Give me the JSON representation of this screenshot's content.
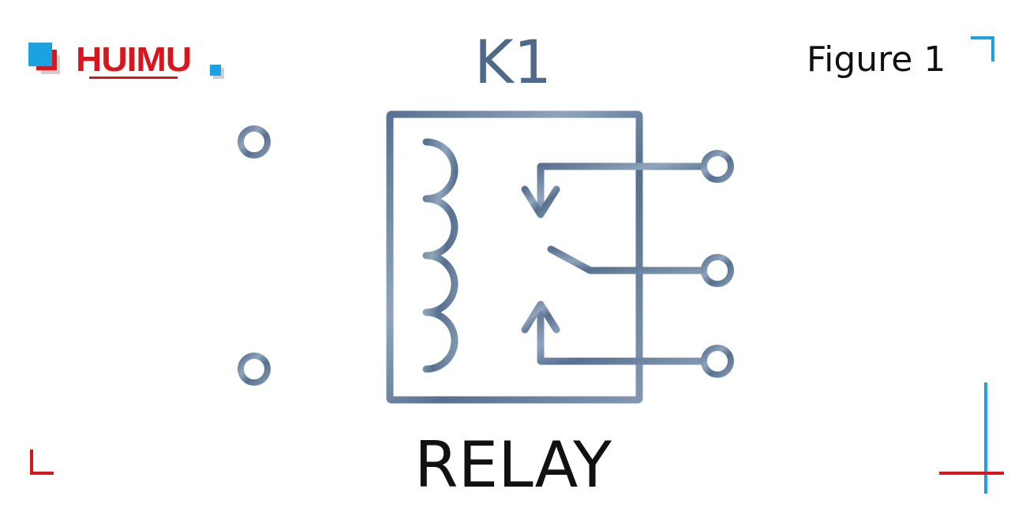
{
  "brand": {
    "logo_text": "HUIMU",
    "logo_color": "#d9161c",
    "accent_blue": "#1aa3e0"
  },
  "figure_label": "Figure 1",
  "diagram": {
    "component_designator": "K1",
    "component_name": "RELAY",
    "symbol_color": "#6b839e",
    "symbol_type": "relay with coil and SPDT contacts",
    "terminals": 5
  }
}
